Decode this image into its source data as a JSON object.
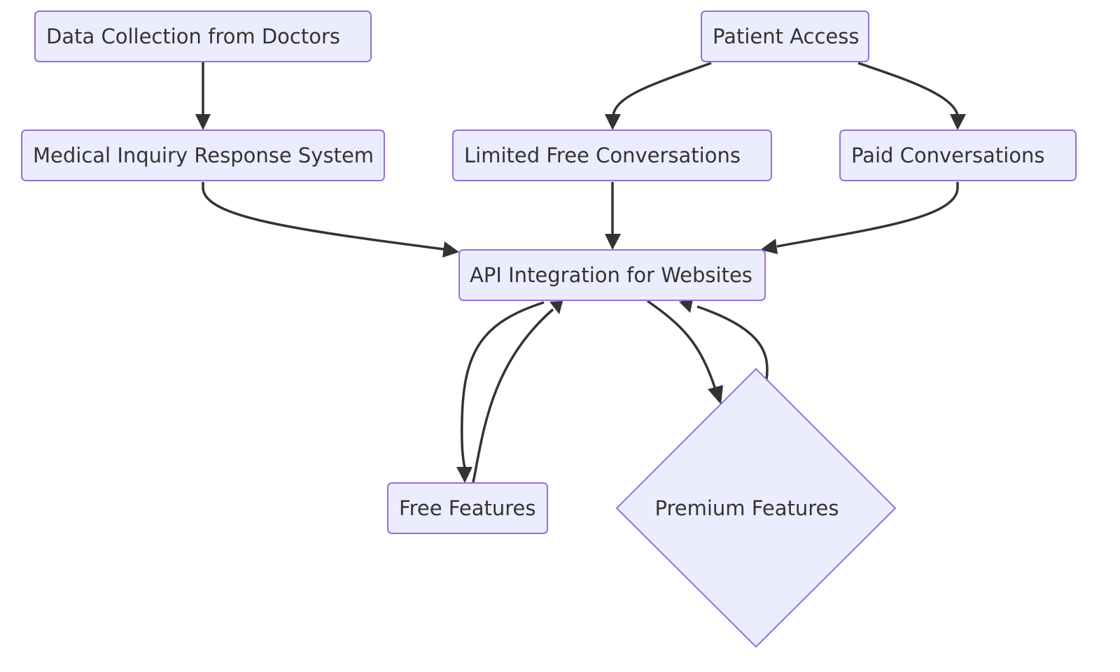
{
  "nodes": {
    "data_collection": "Data Collection from Doctors",
    "patient_access": "Patient Access",
    "medical_inquiry": "Medical Inquiry Response System",
    "limited_free": "Limited Free Conversations",
    "paid": "Paid Conversations",
    "api_integration": "API Integration for Websites",
    "free_features": "Free Features",
    "premium_features": "Premium Features"
  },
  "colors": {
    "node_fill": "#ECECFF",
    "node_border": "#9370DB",
    "edge": "#333333",
    "text": "#333333"
  }
}
